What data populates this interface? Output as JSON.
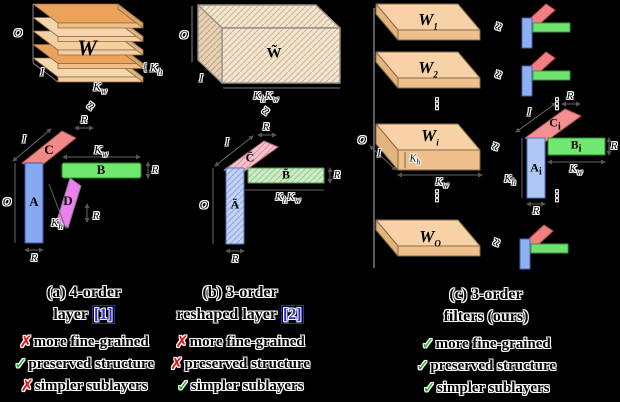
{
  "colors": {
    "check_green": "#17b517",
    "cross_red": "#e41414",
    "citation_blue": "#2a2ad0",
    "slab_tan_top": "#f6d2a6",
    "slab_tan_front": "#f0c08c",
    "factor_blue": "#86a8f0",
    "factor_green": "#70e870",
    "factor_red": "#f28989",
    "factor_magenta": "#ee7ff0"
  },
  "panel_a": {
    "stack": {
      "tensor": "W",
      "dim_o": "O",
      "dim_i": "I",
      "k": "K",
      "sub_w": "w",
      "sub_h": "h",
      "brace": "{"
    },
    "approx": "≈",
    "decomp": {
      "A": "A",
      "B": "B",
      "C": "C",
      "D": "D",
      "dim_o": "O",
      "dim_i": "I",
      "dim_r": "R",
      "k": "K",
      "sub_w": "w",
      "sub_h": "h"
    },
    "caption": {
      "title1": "(a) 4-order",
      "title2": "layer",
      "ref": "[1]"
    },
    "checks": [
      {
        "mark": "✗",
        "text": "more fine-grained"
      },
      {
        "mark": "✓",
        "text": "preserved structure"
      },
      {
        "mark": "✗",
        "text": "simpler sublayers"
      }
    ]
  },
  "panel_b": {
    "box": {
      "tensor": "W̃",
      "dim_o": "O",
      "dim_i": "I",
      "k": "K",
      "sub_h": "h",
      "sub_w": "w"
    },
    "approx": "≈",
    "decomp": {
      "A": "Ã",
      "B": "B̃",
      "C": "C̃",
      "dim_o": "O",
      "dim_i": "I",
      "dim_r": "R",
      "k": "K",
      "sub_h": "h",
      "sub_w": "w"
    },
    "caption": {
      "title1": "(b) 3-order",
      "title2": "reshaped layer",
      "ref": "[2]"
    },
    "checks": [
      {
        "mark": "✗",
        "text": "more fine-grained"
      },
      {
        "mark": "✗",
        "text": "preserved structure"
      },
      {
        "mark": "✓",
        "text": "simpler sublayers"
      }
    ]
  },
  "panel_c": {
    "dim_o": "O",
    "dots": "⋮",
    "approx": "≈",
    "slabs": {
      "w": "W",
      "sub_1": "1",
      "sub_2": "2",
      "sub_i": "i",
      "sub_o": "O",
      "dim_i": "I",
      "k": "K",
      "sub_h": "h",
      "sub_w": "w"
    },
    "decomp": {
      "A": "A",
      "B": "B",
      "C": "C",
      "sub_i": "i",
      "dim_i": "I",
      "dim_r": "R",
      "k": "K",
      "sub_h": "h",
      "sub_w": "w"
    },
    "caption": {
      "title1": "(c) 3-order",
      "title2": "filters (ours)"
    },
    "checks": [
      {
        "mark": "✓",
        "text": "more fine-grained"
      },
      {
        "mark": "✓",
        "text": "preserved structure"
      },
      {
        "mark": "✓",
        "text": "simpler sublayers"
      }
    ]
  }
}
